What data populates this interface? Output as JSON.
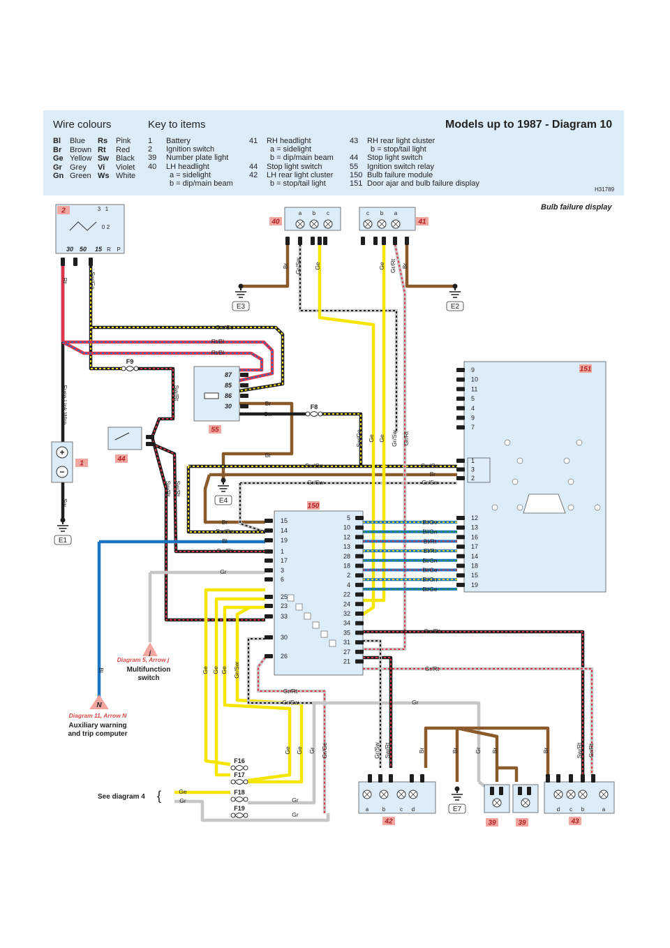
{
  "header": {
    "wire_colours_title": "Wire colours",
    "wire_colours": [
      {
        "code": "Bl",
        "name": "Blue"
      },
      {
        "code": "Br",
        "name": "Brown"
      },
      {
        "code": "Ge",
        "name": "Yellow"
      },
      {
        "code": "Gr",
        "name": "Grey"
      },
      {
        "code": "Gn",
        "name": "Green"
      },
      {
        "code": "Rs",
        "name": "Pink"
      },
      {
        "code": "Rt",
        "name": "Red"
      },
      {
        "code": "Sw",
        "name": "Black"
      },
      {
        "code": "Vi",
        "name": "Violet"
      },
      {
        "code": "Ws",
        "name": "White"
      }
    ],
    "key_title": "Key to items",
    "key_col1": [
      "1",
      "2",
      "39",
      "40",
      "",
      ""
    ],
    "key_col1_text": [
      "Battery",
      "Ignition switch",
      "Number plate light",
      "LH headlight",
      "a = sidelight",
      "b = dip/main beam"
    ],
    "key_col2": [
      "41",
      "",
      "",
      "44",
      "42",
      ""
    ],
    "key_col2_text": [
      "RH headlight",
      "a = sidelight",
      "b = dip/main beam",
      "Stop light switch",
      "LH rear light cluster",
      "b = stop/tail light"
    ],
    "key_col3": [
      "43",
      "",
      "44",
      "55",
      "150",
      "151"
    ],
    "key_col3_text": [
      "RH rear light cluster",
      "b = stop/tail light",
      "Stop light switch",
      "Ignition switch relay",
      "Bulb failure module",
      "Door ajar and bulb failure display"
    ],
    "title": "Models up to 1987 - Diagram 10",
    "ref": "H31789"
  },
  "labels": {
    "bulb_failure_display": "Bulb failure display",
    "fuse_link_wire": "Fuse Link Wire",
    "see_diagram_4": "See diagram 4",
    "diag5_arrow": "Diagram 5, Arrow j",
    "multifunction": "Multifunction",
    "switch": "switch",
    "diag11_arrow": "Diagram 11, Arrow N",
    "aux_warning": "Auxiliary warning",
    "trip_computer": "and trip computer",
    "arrow_j": "j",
    "arrow_n": "N"
  },
  "components": {
    "ign_switch": "2",
    "battery": "1",
    "lh_headlight": "40",
    "rh_headlight": "41",
    "relay": "55",
    "stop_switch": "44",
    "module": "150",
    "display": "151",
    "lh_rear": "42",
    "rh_rear": "43",
    "plate_light_1": "39",
    "plate_light_2": "39",
    "e1": "E1",
    "e2": "E2",
    "e3": "E3",
    "e4": "E4",
    "e7": "E7",
    "f8": "F8",
    "f9": "F9",
    "f16": "F16",
    "f17": "F17",
    "f18": "F18",
    "f19": "F19"
  },
  "ign_terminals": [
    "30",
    "50",
    "15",
    "R",
    "P",
    "3",
    "1",
    "2",
    "0"
  ],
  "relay_terminals": [
    "87",
    "85",
    "86",
    "30"
  ],
  "module_left_pins": [
    "15",
    "14",
    "19",
    "1",
    "17",
    "3",
    "6",
    "25",
    "23",
    "33",
    "30",
    "26"
  ],
  "module_right_pins": [
    "5",
    "10",
    "12",
    "13",
    "28",
    "18",
    "2",
    "4",
    "22",
    "24",
    "32",
    "34",
    "35",
    "31",
    "27",
    "21"
  ],
  "display_left_pins": [
    "9",
    "10",
    "11",
    "5",
    "4",
    "9",
    "7"
  ],
  "display_mid_pins": [
    "1",
    "3",
    "2"
  ],
  "display_bottom_pins": [
    "12",
    "13",
    "16",
    "17",
    "14",
    "18",
    "15",
    "19"
  ],
  "module_links": [
    "Bl/Ge",
    "Bl/Gn",
    "Bl/Rt",
    "Bl/Rt",
    "Bl/Gn",
    "Bl/Ge",
    "Bl/Gn",
    "Bl/Ge"
  ],
  "wire_labels": {
    "rt": "Rt",
    "sw_ge": "Sw/Ge",
    "rt_bl": "Rt/Bl",
    "sw_rt": "Sw/Rt",
    "sw": "Sw",
    "br": "Br",
    "bl": "Bl",
    "gr": "Gr",
    "gr_sw": "Gr/Sw",
    "ge": "Ge",
    "gr_rt": "Gr/Rt",
    "gr_ge": "Gr/Ge"
  },
  "lamp_letters_40": [
    "a",
    "b",
    "c"
  ],
  "lamp_letters_41": [
    "c",
    "b",
    "a"
  ],
  "lamp_letters_42": [
    "a",
    "b",
    "c",
    "d"
  ],
  "lamp_letters_43": [
    "d",
    "c",
    "b",
    "a"
  ],
  "colors": {
    "header_bg": "#dcecf9",
    "box_bg": "#dcecf9",
    "brown": "#8a5a2b",
    "yellow": "#f5e600",
    "red": "#e0344a",
    "blue": "#1b74c0",
    "grey": "#c6c6c6",
    "black": "#1e1e1e",
    "label_red": "#f3a6a0"
  }
}
